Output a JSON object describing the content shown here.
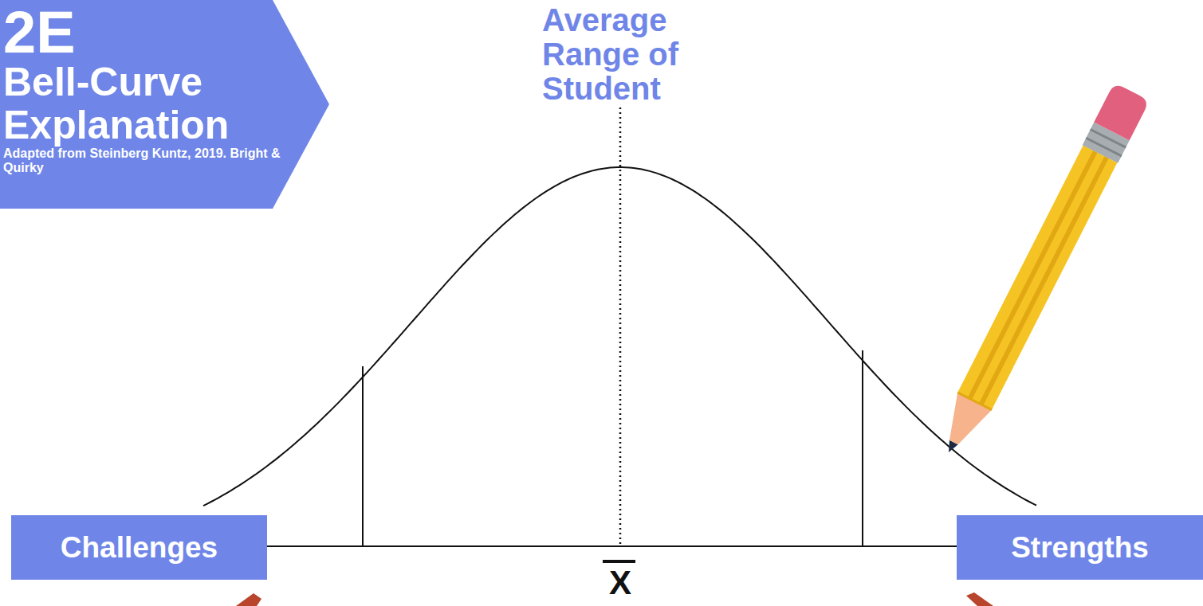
{
  "diagram": {
    "nodes": [
      {
        "text": [
          "2E",
          "Bell-Curve Explanation",
          "Adapted from Steinberg Kuntz, 2019. Bright & Quirky"
        ]
      },
      {
        "text": [
          "Challenges"
        ]
      },
      {
        "text": [
          "Strengths"
        ]
      }
    ],
    "labels": [
      "Average Range of Student",
      "X"
    ]
  }
}
